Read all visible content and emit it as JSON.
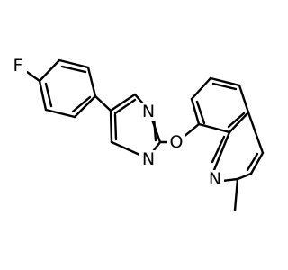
{
  "molecule": {
    "atoms": {
      "fluorine": "F",
      "oxygen": "O",
      "pyrimidine_n_upper": "N",
      "pyrimidine_n_lower": "N",
      "quinoline_n": "N"
    }
  }
}
